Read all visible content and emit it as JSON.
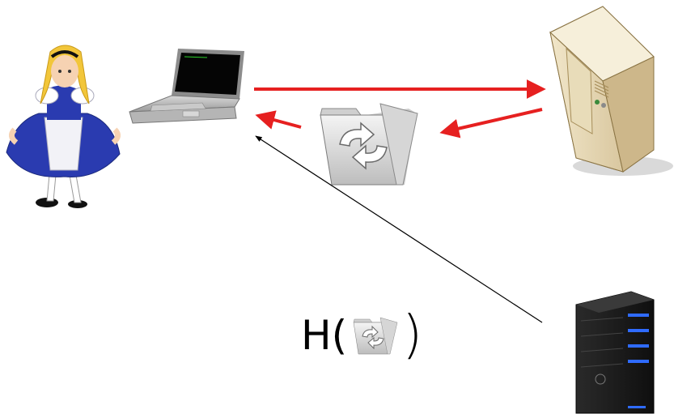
{
  "diagram": {
    "nodes": {
      "user": {
        "name": "Alice"
      },
      "laptop": {
        "name": "laptop",
        "screen_color": "#050505"
      },
      "server": {
        "name": "beige-server-tower"
      },
      "second_server": {
        "name": "black-server-tower",
        "led_color": "#2f6bff"
      },
      "file": {
        "name": "exchange-folder"
      }
    },
    "arrows": [
      {
        "from": "laptop",
        "to": "server",
        "color": "#e62020"
      },
      {
        "from": "server",
        "to": "laptop",
        "via": "file",
        "color": "#e62020"
      },
      {
        "from": "second_server",
        "to": "laptop",
        "color": "#000000"
      }
    ],
    "hash_expression": {
      "prefix": "H(",
      "suffix": ")",
      "argument": "exchange-folder"
    }
  }
}
